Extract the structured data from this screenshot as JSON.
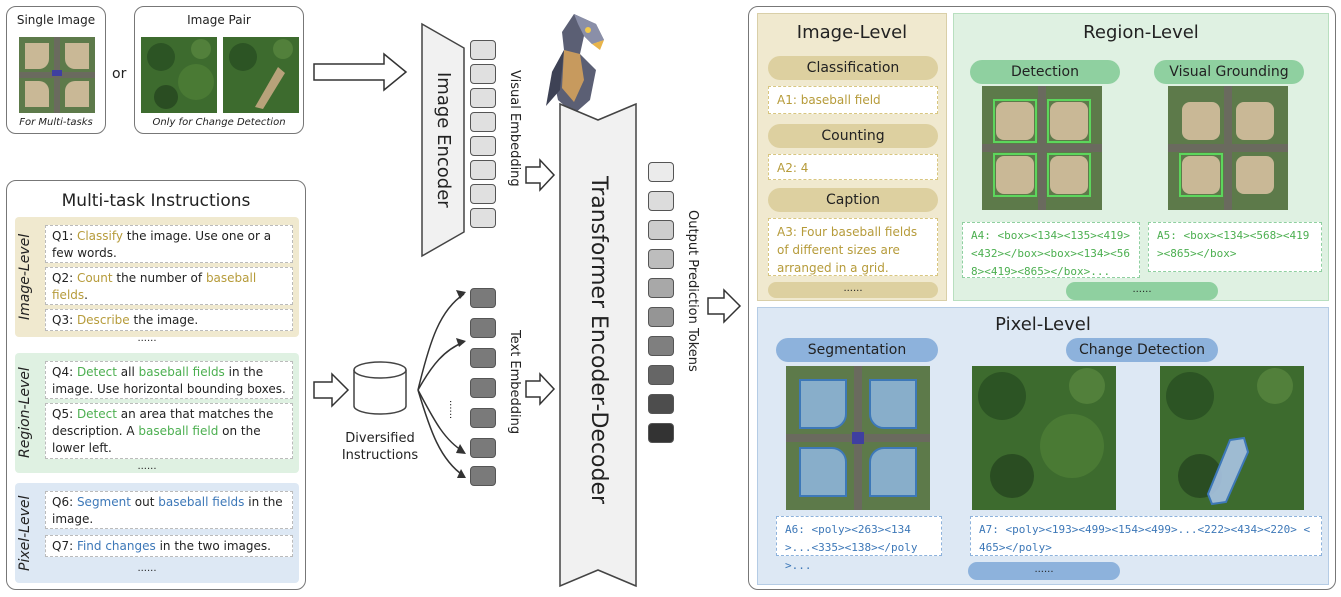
{
  "input": {
    "single_title": "Single Image",
    "single_caption": "For Multi-tasks",
    "or": "or",
    "pair_title": "Image Pair",
    "pair_caption": "Only for Change Detection"
  },
  "instructions": {
    "title": "Multi-task Instructions",
    "image_level_label": "Image-Level",
    "region_level_label": "Region-Level",
    "pixel_level_label": "Pixel-Level",
    "q1": {
      "prefix": "Q1: ",
      "key": "Classify",
      "rest": " the image. Use one or a few words."
    },
    "q2": {
      "prefix": "Q2: ",
      "key": "Count",
      "mid": " the number of ",
      "obj": "baseball fields",
      "end": "."
    },
    "q3": {
      "prefix": "Q3: ",
      "key": "Describe",
      "rest": " the image."
    },
    "q4": {
      "prefix": "Q4: ",
      "key": "Detect",
      "mid": " all ",
      "obj": "baseball fields",
      "rest": " in the image.  Use horizontal bounding boxes."
    },
    "q5": {
      "prefix": "Q5: ",
      "key": "Detect",
      "mid": " an area that matches the description. A ",
      "obj": "baseball field",
      "rest": " on the lower left."
    },
    "q6": {
      "prefix": "Q6: ",
      "key": "Segment",
      "mid": " out ",
      "obj": "baseball fields",
      "rest": " in the image."
    },
    "q7": {
      "prefix": "Q7: ",
      "key": "Find changes",
      "rest": " in the two images."
    },
    "ellipsis": "......"
  },
  "pipeline": {
    "image_encoder": "Image Encoder",
    "visual_embedding": "Visual Embedding",
    "text_embedding": "Text Embedding",
    "diversified_instructions": "Diversified Instructions",
    "transformer": "Transformer Encoder-Decoder",
    "output_tokens": "Output Prediction Tokens",
    "text_dots": "......"
  },
  "outputs": {
    "image_level": {
      "title": "Image-Level",
      "classification": "Classification",
      "a1": "A1: baseball field",
      "counting": "Counting",
      "a2": "A2: 4",
      "caption": "Caption",
      "a3": "A3: Four baseball fields of different sizes are arranged in a grid.",
      "more": "......"
    },
    "region_level": {
      "title": "Region-Level",
      "detection": "Detection",
      "grounding": "Visual Grounding",
      "a4": "A4: <box><134><135><419><432></box><box><134><568><419><865></box>...",
      "a5": "A5: <box><134><568><419><865></box>",
      "more": "......"
    },
    "pixel_level": {
      "title": "Pixel-Level",
      "segmentation": "Segmentation",
      "change_detection": "Change Detection",
      "a6": "A6: <poly><263><134>...<335><138></poly >...",
      "a7": "A7: <poly><193><499><154><499>...<222><434><220> <465></poly>",
      "more": "......"
    }
  },
  "colors": {
    "image_level": "#f0e9cf",
    "image_pill": "#ddd0a0",
    "region_level": "#dff1e2",
    "region_pill": "#8fd0a0",
    "pixel_level": "#dde8f4",
    "pixel_pill": "#8db2dc",
    "forest": "#2f5a2a",
    "field": "#c9b896"
  }
}
